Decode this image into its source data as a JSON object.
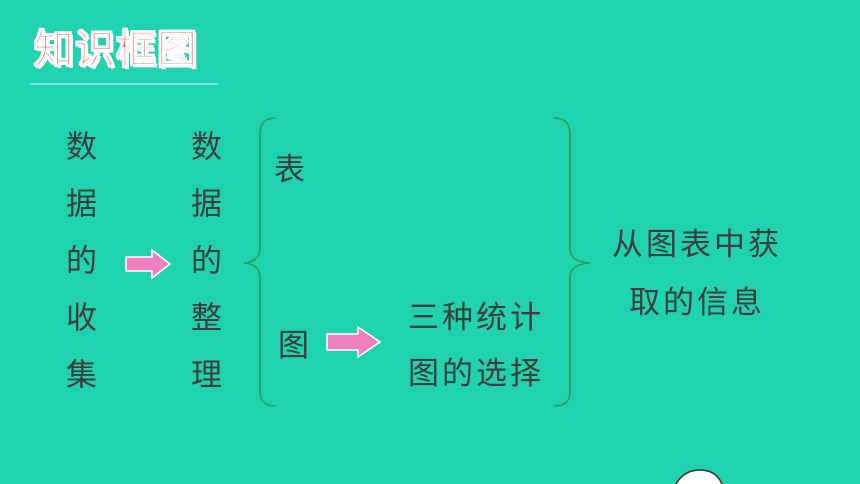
{
  "title": "知识框图",
  "columns": {
    "collect": "数据的收集",
    "organize": "数据的整理"
  },
  "branches": {
    "table": "表",
    "graph": "图"
  },
  "chart_selection": "三种统计图的选择",
  "info": "从图表中获取的信息",
  "colors": {
    "background": "#1fd3b0",
    "title": "#ff6a4a",
    "arrow": "#f07fc0",
    "bracket": "#2e9e5a"
  }
}
